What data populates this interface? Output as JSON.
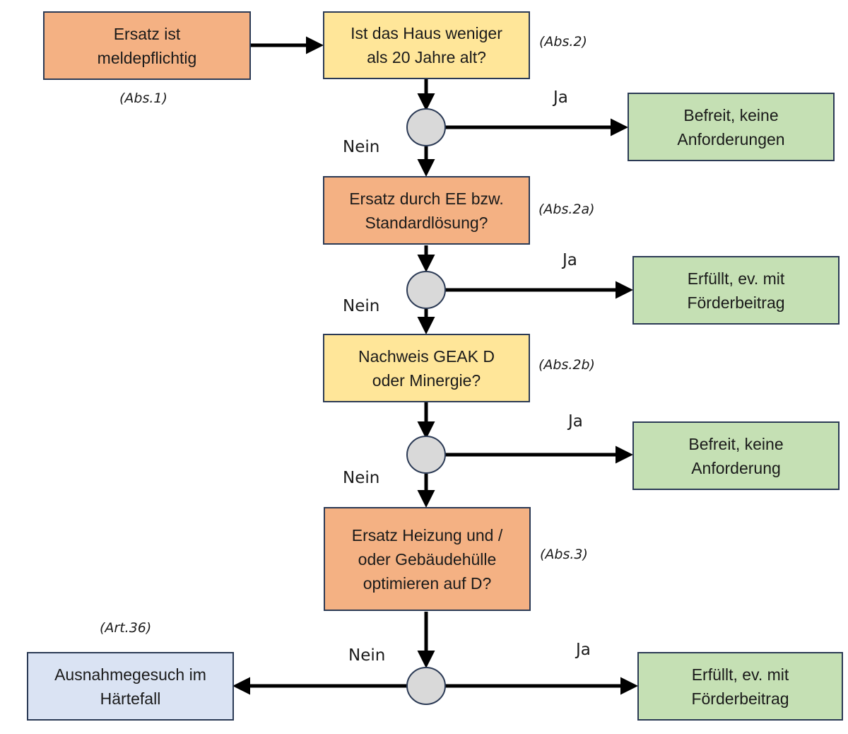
{
  "nodes": {
    "start": {
      "label": "Ersatz ist\nmeldepflichtig",
      "ref": "(Abs.1)",
      "color": "#f4b183"
    },
    "q1": {
      "label": "Ist das Haus weniger\nals 20 Jahre alt?",
      "ref": "(Abs.2)",
      "color": "#ffe699"
    },
    "r1": {
      "label": "Befreit, keine\nAnforderungen",
      "color": "#c5e0b4"
    },
    "q2": {
      "label": "Ersatz durch EE bzw.\nStandardlösung?",
      "ref": "(Abs.2a)",
      "color": "#f4b183"
    },
    "r2": {
      "label": "Erfüllt, ev. mit\nFörderbeitrag",
      "color": "#c5e0b4"
    },
    "q3": {
      "label": "Nachweis GEAK D\noder Minergie?",
      "ref": "(Abs.2b)",
      "color": "#ffe699"
    },
    "r3": {
      "label": "Befreit, keine\nAnforderung",
      "color": "#c5e0b4"
    },
    "q4": {
      "label": "Ersatz Heizung und /\noder Gebäudehülle\noptimieren auf D?",
      "ref": "(Abs.3)",
      "color": "#f4b183"
    },
    "r4": {
      "label": "Erfüllt, ev. mit\nFörderbeitrag",
      "color": "#c5e0b4"
    },
    "exception": {
      "label": "Ausnahmegesuch im\nHärtefall",
      "ref": "(Art.36)",
      "color": "#dae3f3"
    }
  },
  "edge_labels": {
    "yes": "Ja",
    "no": "Nein"
  },
  "decision_color": "#d9d9d9",
  "line_color": "#000000",
  "border_color": "#2b3a55"
}
